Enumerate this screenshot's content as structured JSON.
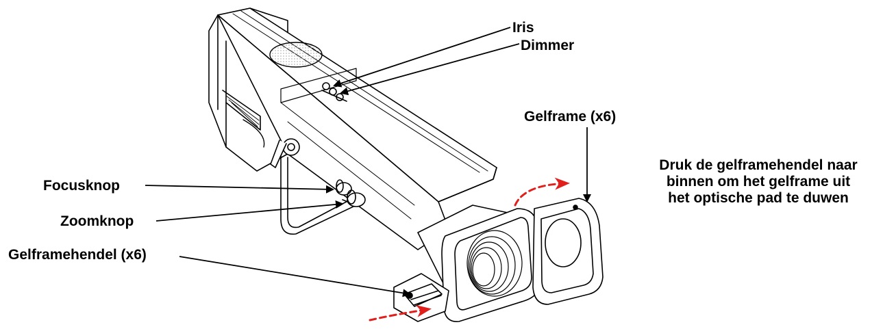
{
  "labels": {
    "iris": "Iris",
    "dimmer": "Dimmer",
    "gelframe": "Gelframe (x6)",
    "focusknop": "Focusknop",
    "zoomknop": "Zoomknop",
    "gelframehendel": "Gelframehendel (x6)"
  },
  "instruction": {
    "line1": "Druk de gelframehendel naar",
    "line2": "binnen om het gelframe uit",
    "line3": "het optische pad te duwen"
  },
  "colors": {
    "line": "#000000",
    "fill": "#ffffff",
    "accent": "#e0201c",
    "dots": "#b9b9b9"
  }
}
